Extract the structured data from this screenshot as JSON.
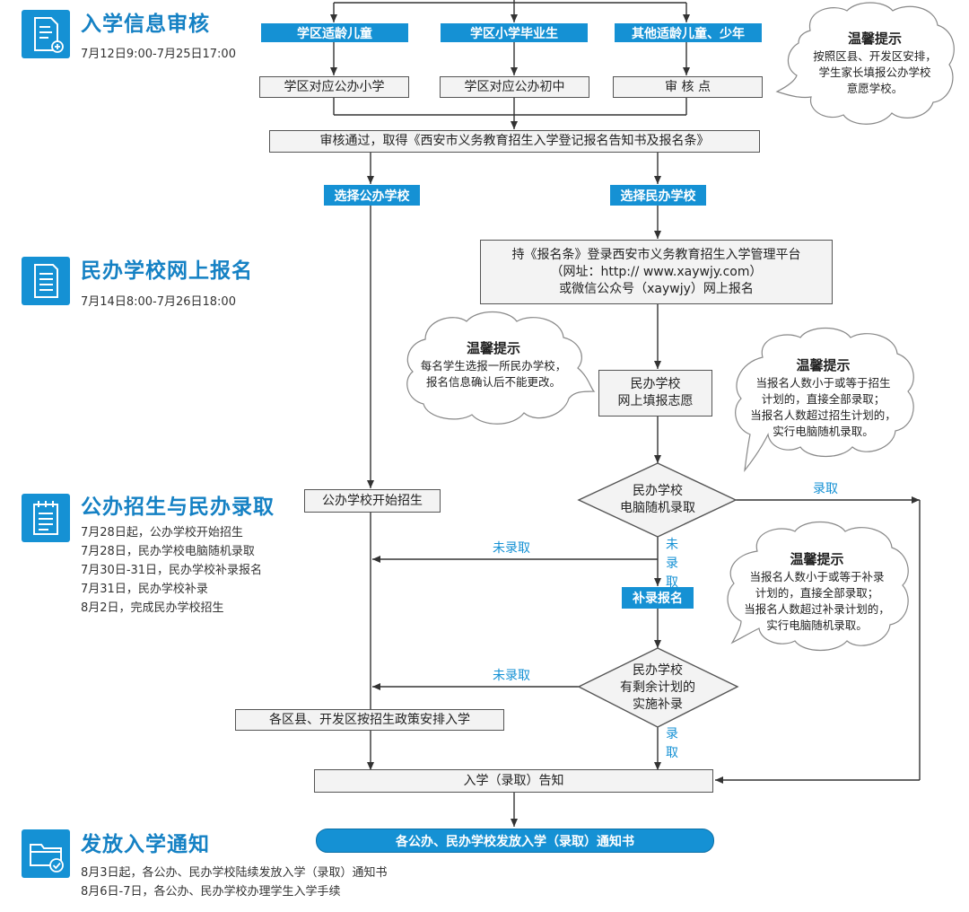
{
  "sections": [
    {
      "title": "入学信息审核",
      "date": "7月12日9:00-7月25日17:00",
      "icon": "document-plus-icon"
    },
    {
      "title": "民办学校网上报名",
      "date": "7月14日8:00-7月26日18:00",
      "icon": "document-lines-icon"
    },
    {
      "title": "公办招生与民办录取",
      "icon": "notepad-icon",
      "schedule": [
        "7月28日起，公办学校开始招生",
        "7月28日，民办学校电脑随机录取",
        "7月30日-31日，民办学校补录报名",
        "7月31日，民办学校补录",
        "8月2日，完成民办学校招生"
      ]
    },
    {
      "title": "发放入学通知",
      "icon": "folder-check-icon",
      "schedule": [
        "8月3日起，各公办、民办学校陆续发放入学（录取）通知书",
        "8月6日-7日，各公办、民办学校办理学生入学手续"
      ]
    }
  ],
  "flow": {
    "categories": [
      "学区适龄儿童",
      "学区小学毕业生",
      "其他适龄儿童、少年"
    ],
    "targets": [
      "学区对应公办小学",
      "学区对应公办初中",
      "审 核 点"
    ],
    "approved": "审核通过，取得《西安市义务教育招生入学登记报名告知书及报名条》",
    "choose_public": "选择公办学校",
    "choose_private": "选择民办学校",
    "register_lines": [
      "持《报名条》登录西安市义务教育招生入学管理平台",
      "（网址：http:// www.xaywjy.com）",
      "或微信公众号（xaywjy）网上报名"
    ],
    "fill_lines": [
      "民办学校",
      "网上填报志愿"
    ],
    "public_start": "公办学校开始招生",
    "lottery_lines": [
      "民办学校",
      "电脑随机录取"
    ],
    "admitted": "录取",
    "not_admitted": "未录取",
    "not_admitted_v": "未录取",
    "supplementary_apply": "补录报名",
    "supplementary_lines": [
      "民办学校",
      "有剩余计划的",
      "实施补录"
    ],
    "admitted_v": "录取",
    "arrange": "各区县、开发区按招生政策安排入学",
    "notice": "入学（录取）告知",
    "final": "各公办、民办学校发放入学（录取）通知书"
  },
  "tips": [
    {
      "title": "温馨提示",
      "lines": [
        "按照区县、开发区安排，",
        "学生家长填报公办学校",
        "意愿学校。"
      ]
    },
    {
      "title": "温馨提示",
      "lines": [
        "每名学生选报一所民办学校，",
        "报名信息确认后不能更改。"
      ]
    },
    {
      "title": "温馨提示",
      "lines": [
        "当报名人数小于或等于招生",
        "计划的，直接全部录取；",
        "当报名人数超过招生计划的，",
        "实行电脑随机录取。"
      ]
    },
    {
      "title": "温馨提示",
      "lines": [
        "当报名人数小于或等于补录",
        "计划的，直接全部录取；",
        "当报名人数超过补录计划的，",
        "实行电脑随机录取。"
      ]
    }
  ],
  "colors": {
    "accent": "#1591d4",
    "title": "#1581c4",
    "box_fill": "#f3f3f3",
    "line": "#333333"
  }
}
